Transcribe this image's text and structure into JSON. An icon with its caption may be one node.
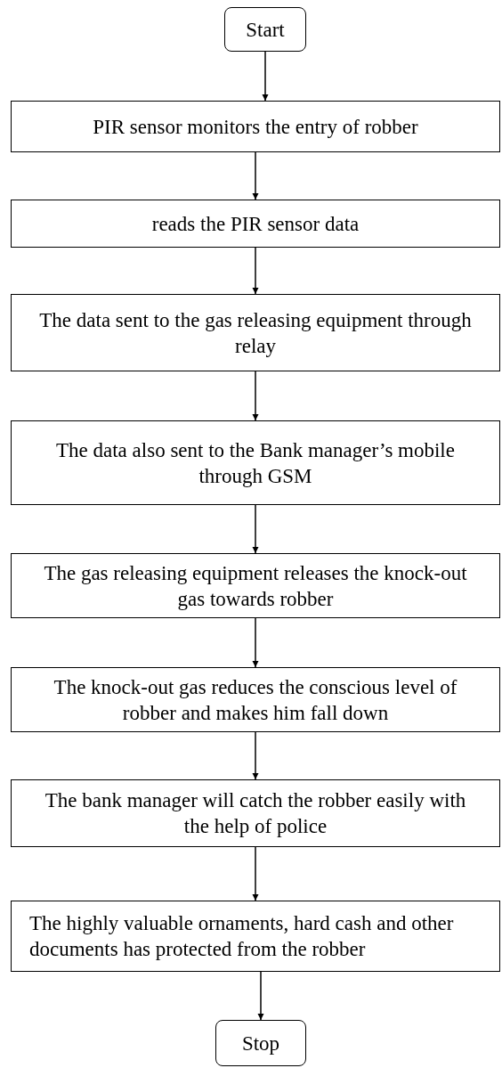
{
  "diagram": {
    "nodes": [
      {
        "text": [
          "Start"
        ]
      },
      {
        "text": [
          "PIR sensor monitors the entry of robber"
        ]
      },
      {
        "text": [
          "reads the PIR sensor data"
        ]
      },
      {
        "text": [
          "The data sent to the gas releasing equipment through relay"
        ]
      },
      {
        "text": [
          "The data also sent to the Bank manager’s mobile through GSM"
        ]
      },
      {
        "text": [
          "The gas releasing equipment releases the knock-out gas towards robber"
        ]
      },
      {
        "text": [
          "The knock-out gas reduces the conscious level of robber and makes him fall down"
        ]
      },
      {
        "text": [
          "The bank manager will catch the robber easily with the help of police"
        ]
      },
      {
        "text": [
          "The highly valuable ornaments, hard cash and other documents has protected from the robber"
        ]
      },
      {
        "text": [
          "Stop"
        ]
      }
    ],
    "edges": [
      {
        "from": 0,
        "to": 1,
        "arrow": "to"
      },
      {
        "from": 1,
        "to": 2,
        "arrow": "to"
      },
      {
        "from": 2,
        "to": 3,
        "arrow": "to"
      },
      {
        "from": 3,
        "to": 4,
        "arrow": "to"
      },
      {
        "from": 4,
        "to": 5,
        "arrow": "to"
      },
      {
        "from": 5,
        "to": 6,
        "arrow": "to"
      },
      {
        "from": 6,
        "to": 7,
        "arrow": "to"
      },
      {
        "from": 7,
        "to": 8,
        "arrow": "to"
      },
      {
        "from": 8,
        "to": 9,
        "arrow": "to"
      }
    ]
  }
}
